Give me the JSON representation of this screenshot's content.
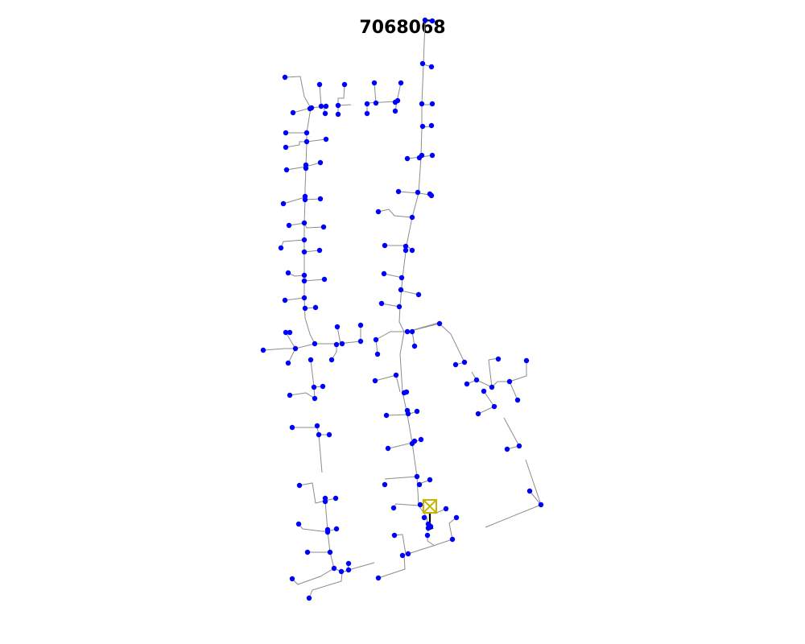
{
  "title": "7068068",
  "colors": {
    "edge": "#8c8c8c",
    "node": "#0000ff",
    "feeder": "#000000",
    "source": "#c8b400",
    "background": "#ffffff"
  },
  "legend": "none",
  "source_marker": {
    "icon": "yellow-square-with-x",
    "name": "source-substation-icon"
  }
}
